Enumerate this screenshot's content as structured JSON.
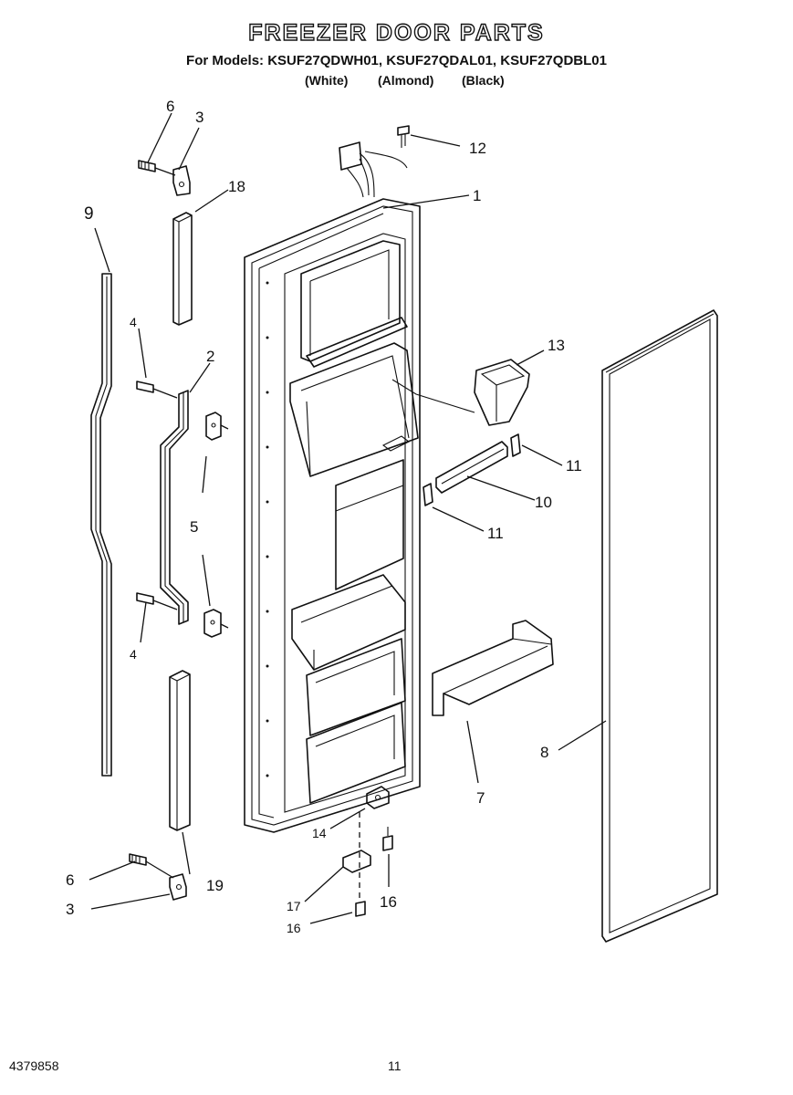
{
  "header": {
    "title": "FREEZER DOOR PARTS",
    "models_line": "For Models: KSUF27QDWH01, KSUF27QDAL01, KSUF27QDBL01",
    "colors": [
      "(White)",
      "(Almond)",
      "(Black)"
    ]
  },
  "callouts": {
    "c1": "1",
    "c2": "2",
    "c3a": "3",
    "c3b": "3",
    "c4a": "4",
    "c4b": "4",
    "c5": "5",
    "c6a": "6",
    "c6b": "6",
    "c7": "7",
    "c8": "8",
    "c9": "9",
    "c10": "10",
    "c11a": "11",
    "c11b": "11",
    "c12": "12",
    "c13": "13",
    "c14": "14",
    "c16a": "16",
    "c16b": "16",
    "c17": "17",
    "c18": "18",
    "c19": "19"
  },
  "footer": {
    "doc_number": "4379858",
    "page_number": "11"
  }
}
